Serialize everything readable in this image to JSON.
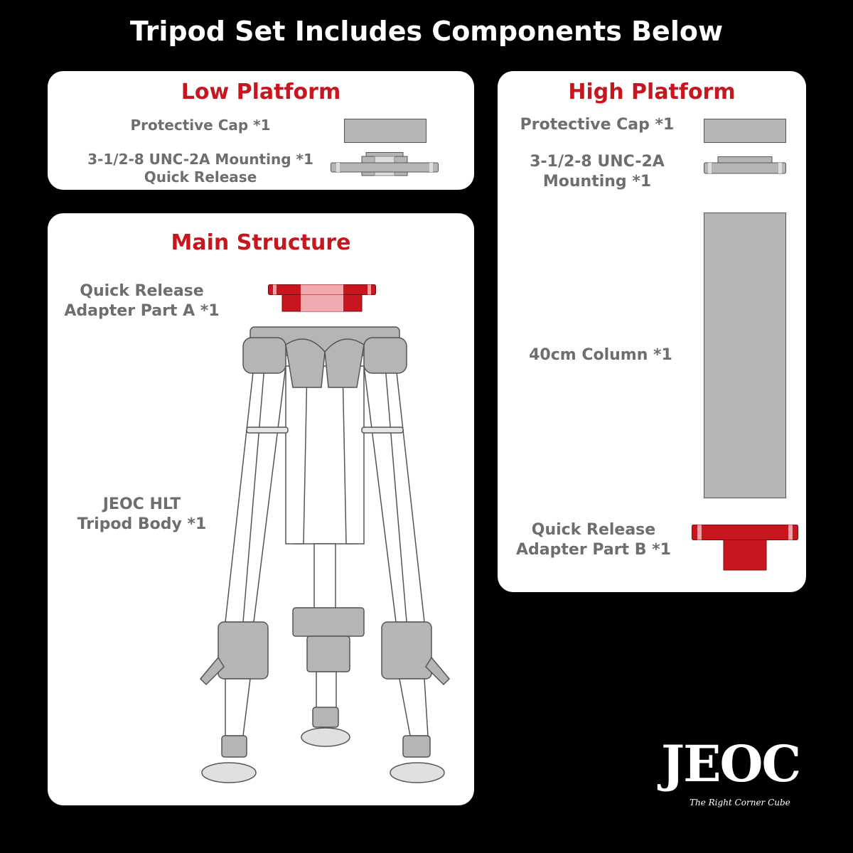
{
  "header": {
    "title": "Tripod Set Includes Components Below"
  },
  "colors": {
    "accent_red": "#c8161f",
    "part_gray": "#b5b5b5",
    "text_gray": "#6e6e6e"
  },
  "low_platform": {
    "title": "Low Platform",
    "cap_label": "Protective Cap *1",
    "mounting_line1": "3-1/2-8 UNC-2A Mounting *1",
    "mounting_line2": "Quick Release"
  },
  "high_platform": {
    "title": "High Platform",
    "cap_label": "Protective Cap *1",
    "mounting_line1": "3-1/2-8 UNC-2A",
    "mounting_line2": "Mounting *1",
    "column_label": "40cm Column *1",
    "adapter_line1": "Quick Release",
    "adapter_line2": "Adapter Part B *1"
  },
  "main_structure": {
    "title": "Main Structure",
    "adapter_line1": "Quick Release",
    "adapter_line2": "Adapter Part A *1",
    "body_line1": "JEOC HLT",
    "body_line2": "Tripod Body *1"
  },
  "logo": {
    "brand": "JEOC",
    "tagline": "The Right Corner Cube"
  }
}
